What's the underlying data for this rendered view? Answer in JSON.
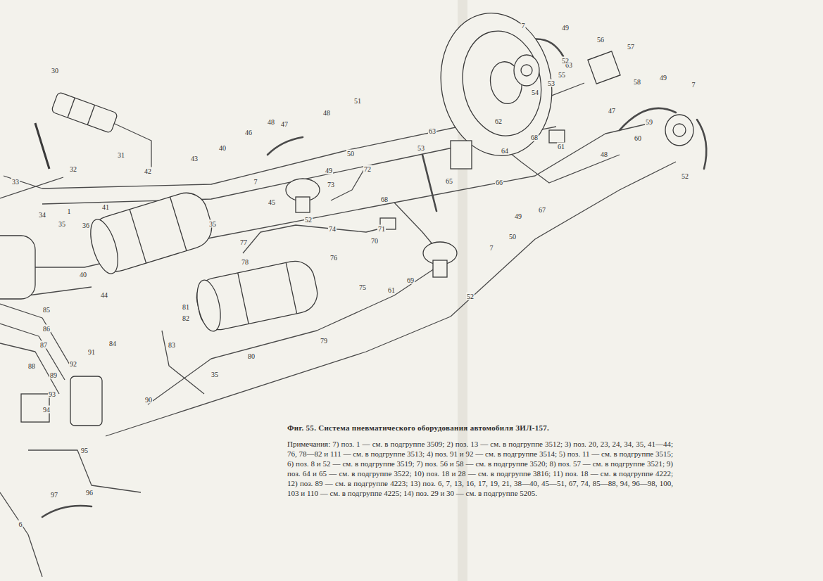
{
  "diagram": {
    "caption": "Фиг. 55. Система пневматического оборудования автомобиля ЗИЛ-157.",
    "labels": [
      "30",
      "31",
      "32",
      "33",
      "34",
      "1",
      "35",
      "36",
      "40",
      "85",
      "86",
      "87",
      "88",
      "89",
      "90",
      "91",
      "92",
      "93",
      "94",
      "95",
      "96",
      "97",
      "6",
      "84",
      "83",
      "82",
      "81",
      "35",
      "80",
      "79",
      "78",
      "76",
      "77",
      "75",
      "44",
      "41",
      "42",
      "43",
      "35",
      "40",
      "46",
      "48",
      "47",
      "48",
      "51",
      "50",
      "49",
      "7",
      "45",
      "52",
      "73",
      "72",
      "74",
      "71",
      "70",
      "68",
      "61",
      "69",
      "7",
      "52",
      "50",
      "49",
      "67",
      "66",
      "65",
      "64",
      "63",
      "53",
      "54",
      "53",
      "55",
      "63",
      "56",
      "57",
      "58",
      "7",
      "49",
      "52",
      "62",
      "68",
      "61",
      "47",
      "48",
      "60",
      "59",
      "49",
      "7",
      "52",
      "Примечания: 7) поз. 1 — см. в подгруппе 3509; 2) поз. 13 — см. в подгруппе 3512; 3) поз. 20, 23, 24, 34, 35, 41—44; 76, 78—82 и 111 — см. в подгруппе 3513; 4) поз. 91 и 92 — см. в подгруппе 3514; 5) поз. 11 — см. в подгруппе 3515; 6) поз. 8 и 52 — см. в подгруппе 3519; 7) поз. 56 и 58 — см. в подгруппе 3520; 8) поз. 57 — см. в подгруппе 3521; 9) поз. 64 и 65 — см. в подгруппе 3522; 10) поз. 18 и 28 — см. в подгруппе 3816; 11) поз. 18 — см. в подгруппе 4222; 12) поз. 89 — см. в подгруппе 4223; 13) поз. 6, 7, 13, 16, 17, 19, 21, 38—40, 45—51, 67, 74, 85—88, 94, 96—98, 100, 103 и 110 — см. в подгруппе 4225; 14) поз. 29 и 30 — см. в подгруппе 5205."
    ]
  }
}
